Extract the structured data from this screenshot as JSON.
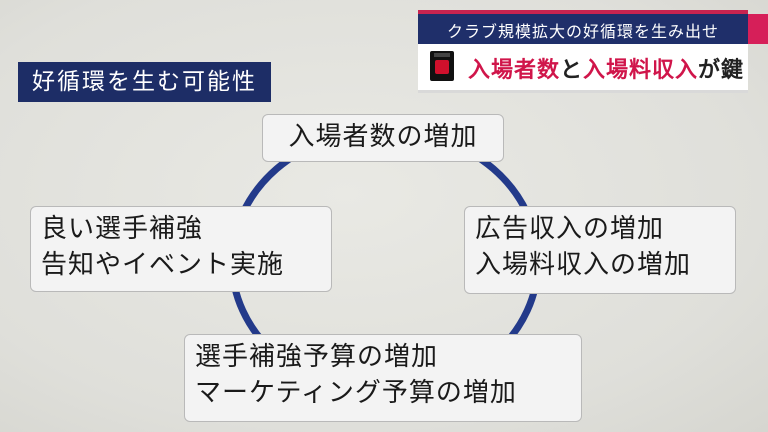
{
  "headline": {
    "subtitle": "クラブ規模拡大の好循環を生み出せ",
    "main_part1": "入場者数",
    "main_part2": "と",
    "main_part3": "入場料収入",
    "main_part4": "が鍵"
  },
  "section_title": "好循環を生む可能性",
  "cycle": {
    "top": "入場者数の増加",
    "right_line1": "広告収入の増加",
    "right_line2": "入場料収入の増加",
    "bottom_line1": "選手補強予算の増加",
    "bottom_line2": "マーケティング予算の増加",
    "left_line1": "良い選手補強",
    "left_line2": "告知やイベント実施"
  },
  "colors": {
    "navy": "#1d2d66",
    "accent_red": "#d0154a",
    "ring": "#233a8a"
  }
}
